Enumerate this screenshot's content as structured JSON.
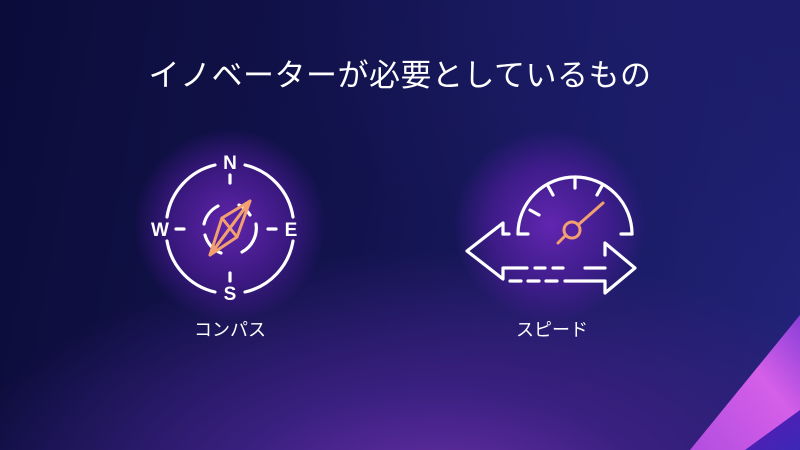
{
  "slide": {
    "title": "イノベーターが必要としているもの",
    "items": [
      {
        "label": "コンパス",
        "icon": "compass-icon"
      },
      {
        "label": "スピード",
        "icon": "speedometer-arrows-icon"
      }
    ],
    "compass_letters": {
      "n": "N",
      "s": "S",
      "e": "E",
      "w": "W"
    },
    "colors": {
      "background": "#12134d",
      "accent_orange": "#f2a070",
      "icon_white": "#ffffff",
      "corner_magenta": "#d35fe6"
    }
  }
}
